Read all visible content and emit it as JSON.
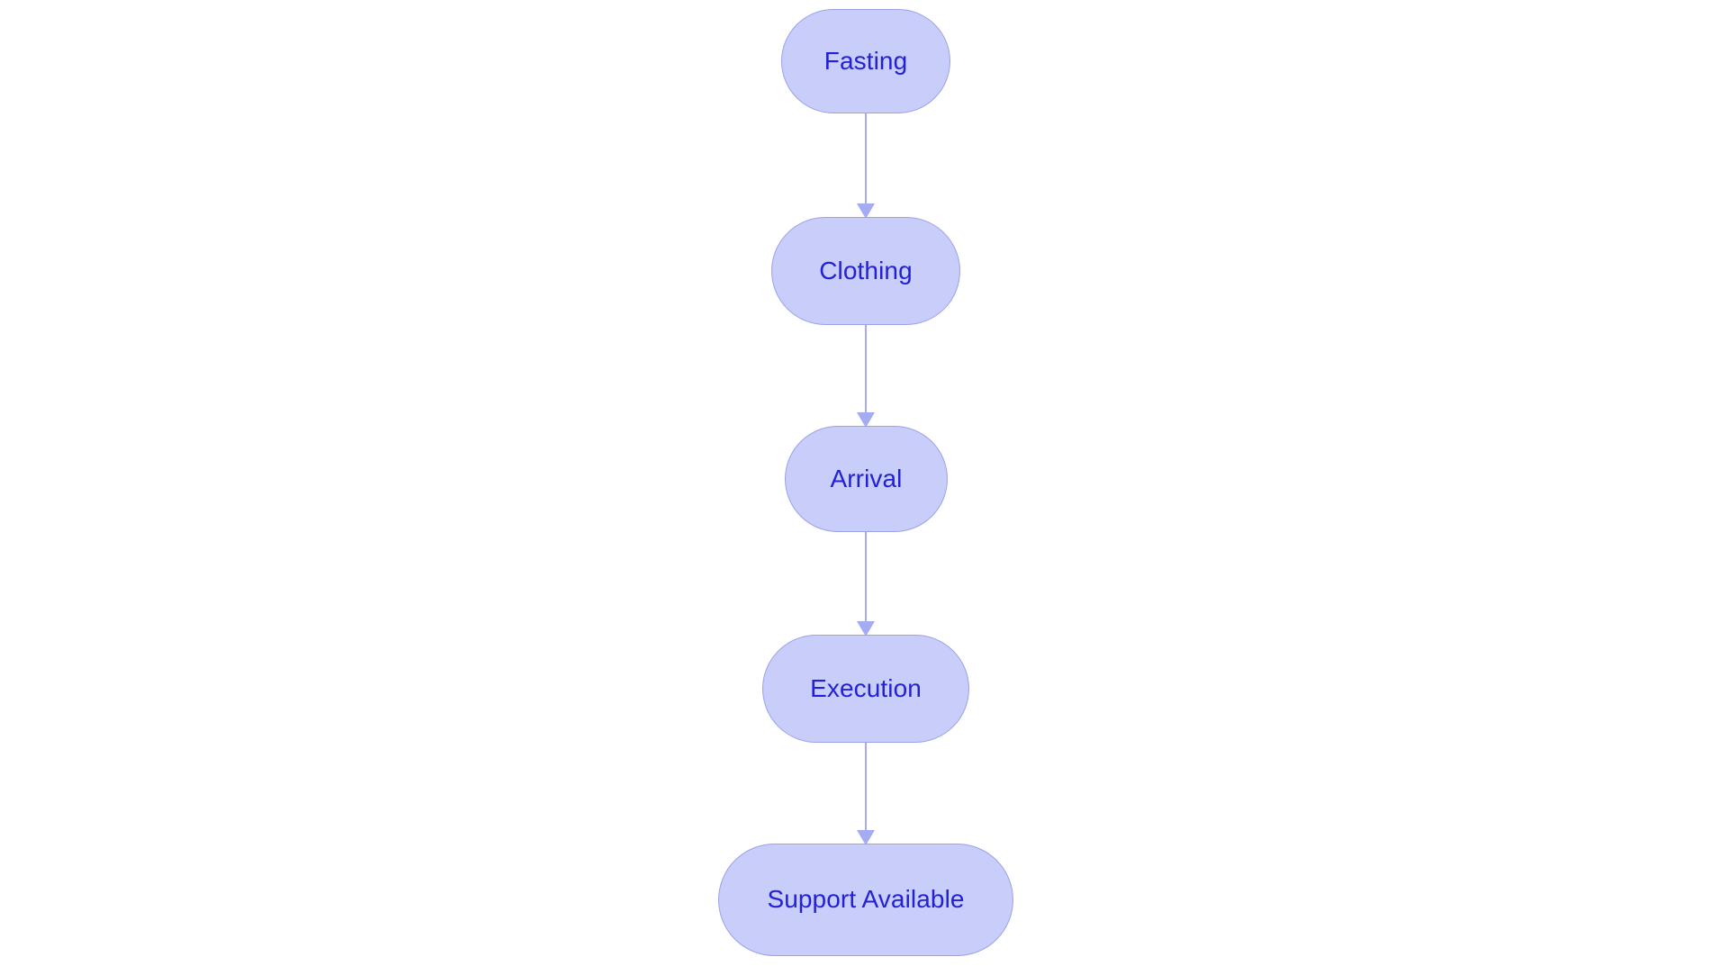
{
  "chart_data": {
    "type": "diagram",
    "diagram_type": "flowchart",
    "orientation": "top-to-bottom",
    "title": "",
    "nodes": [
      {
        "id": "fasting",
        "label": "Fasting",
        "shape": "stadium"
      },
      {
        "id": "clothing",
        "label": "Clothing",
        "shape": "stadium"
      },
      {
        "id": "arrival",
        "label": "Arrival",
        "shape": "stadium"
      },
      {
        "id": "execution",
        "label": "Execution",
        "shape": "stadium"
      },
      {
        "id": "support",
        "label": "Support Available",
        "shape": "stadium"
      }
    ],
    "edges": [
      {
        "from": "fasting",
        "to": "clothing",
        "label": "",
        "arrow": "down"
      },
      {
        "from": "clothing",
        "to": "arrival",
        "label": "",
        "arrow": "down"
      },
      {
        "from": "arrival",
        "to": "execution",
        "label": "",
        "arrow": "down"
      },
      {
        "from": "execution",
        "to": "support",
        "label": "",
        "arrow": "down"
      }
    ],
    "legend": [],
    "annotations": []
  },
  "canvas": {
    "background_color": "#ffffff"
  },
  "style": {
    "node_fill": "#c8cdf9",
    "node_stroke": "#9aa2e8",
    "node_text_color": "#2222d4",
    "edge_color": "#a3abf2"
  },
  "nodes": {
    "fasting": {
      "label": "Fasting"
    },
    "clothing": {
      "label": "Clothing"
    },
    "arrival": {
      "label": "Arrival"
    },
    "execution": {
      "label": "Execution"
    },
    "support": {
      "label": "Support Available"
    }
  }
}
